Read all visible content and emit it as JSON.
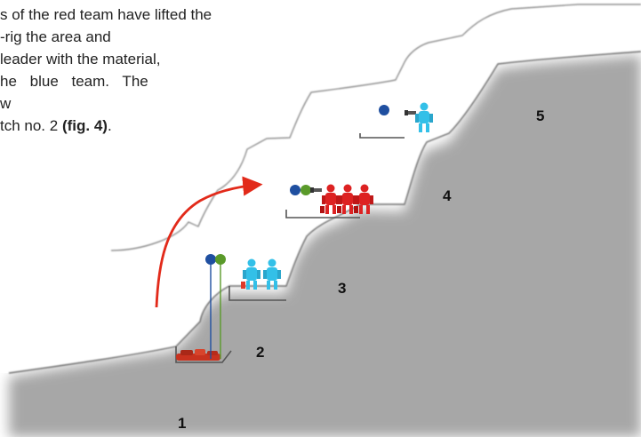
{
  "text": {
    "line1": "s of the red team have lifted the",
    "line2": "-rig the area and",
    "line3": " leader with the material,",
    "line4": "he blue team. The",
    "line5": "w",
    "line6_pre": "tch no. 2 ",
    "line6_ref": "(fig. 4)",
    "line6_post": "."
  },
  "steps": [
    "1",
    "2",
    "3",
    "4",
    "5"
  ],
  "colors": {
    "red_team": "#dd2222",
    "blue_team": "#33c0e8",
    "rope_blue": "#1f4fa0",
    "rope_green": "#5a9a2a",
    "arrow": "#e22a1a",
    "rock_edge": "#555555"
  }
}
